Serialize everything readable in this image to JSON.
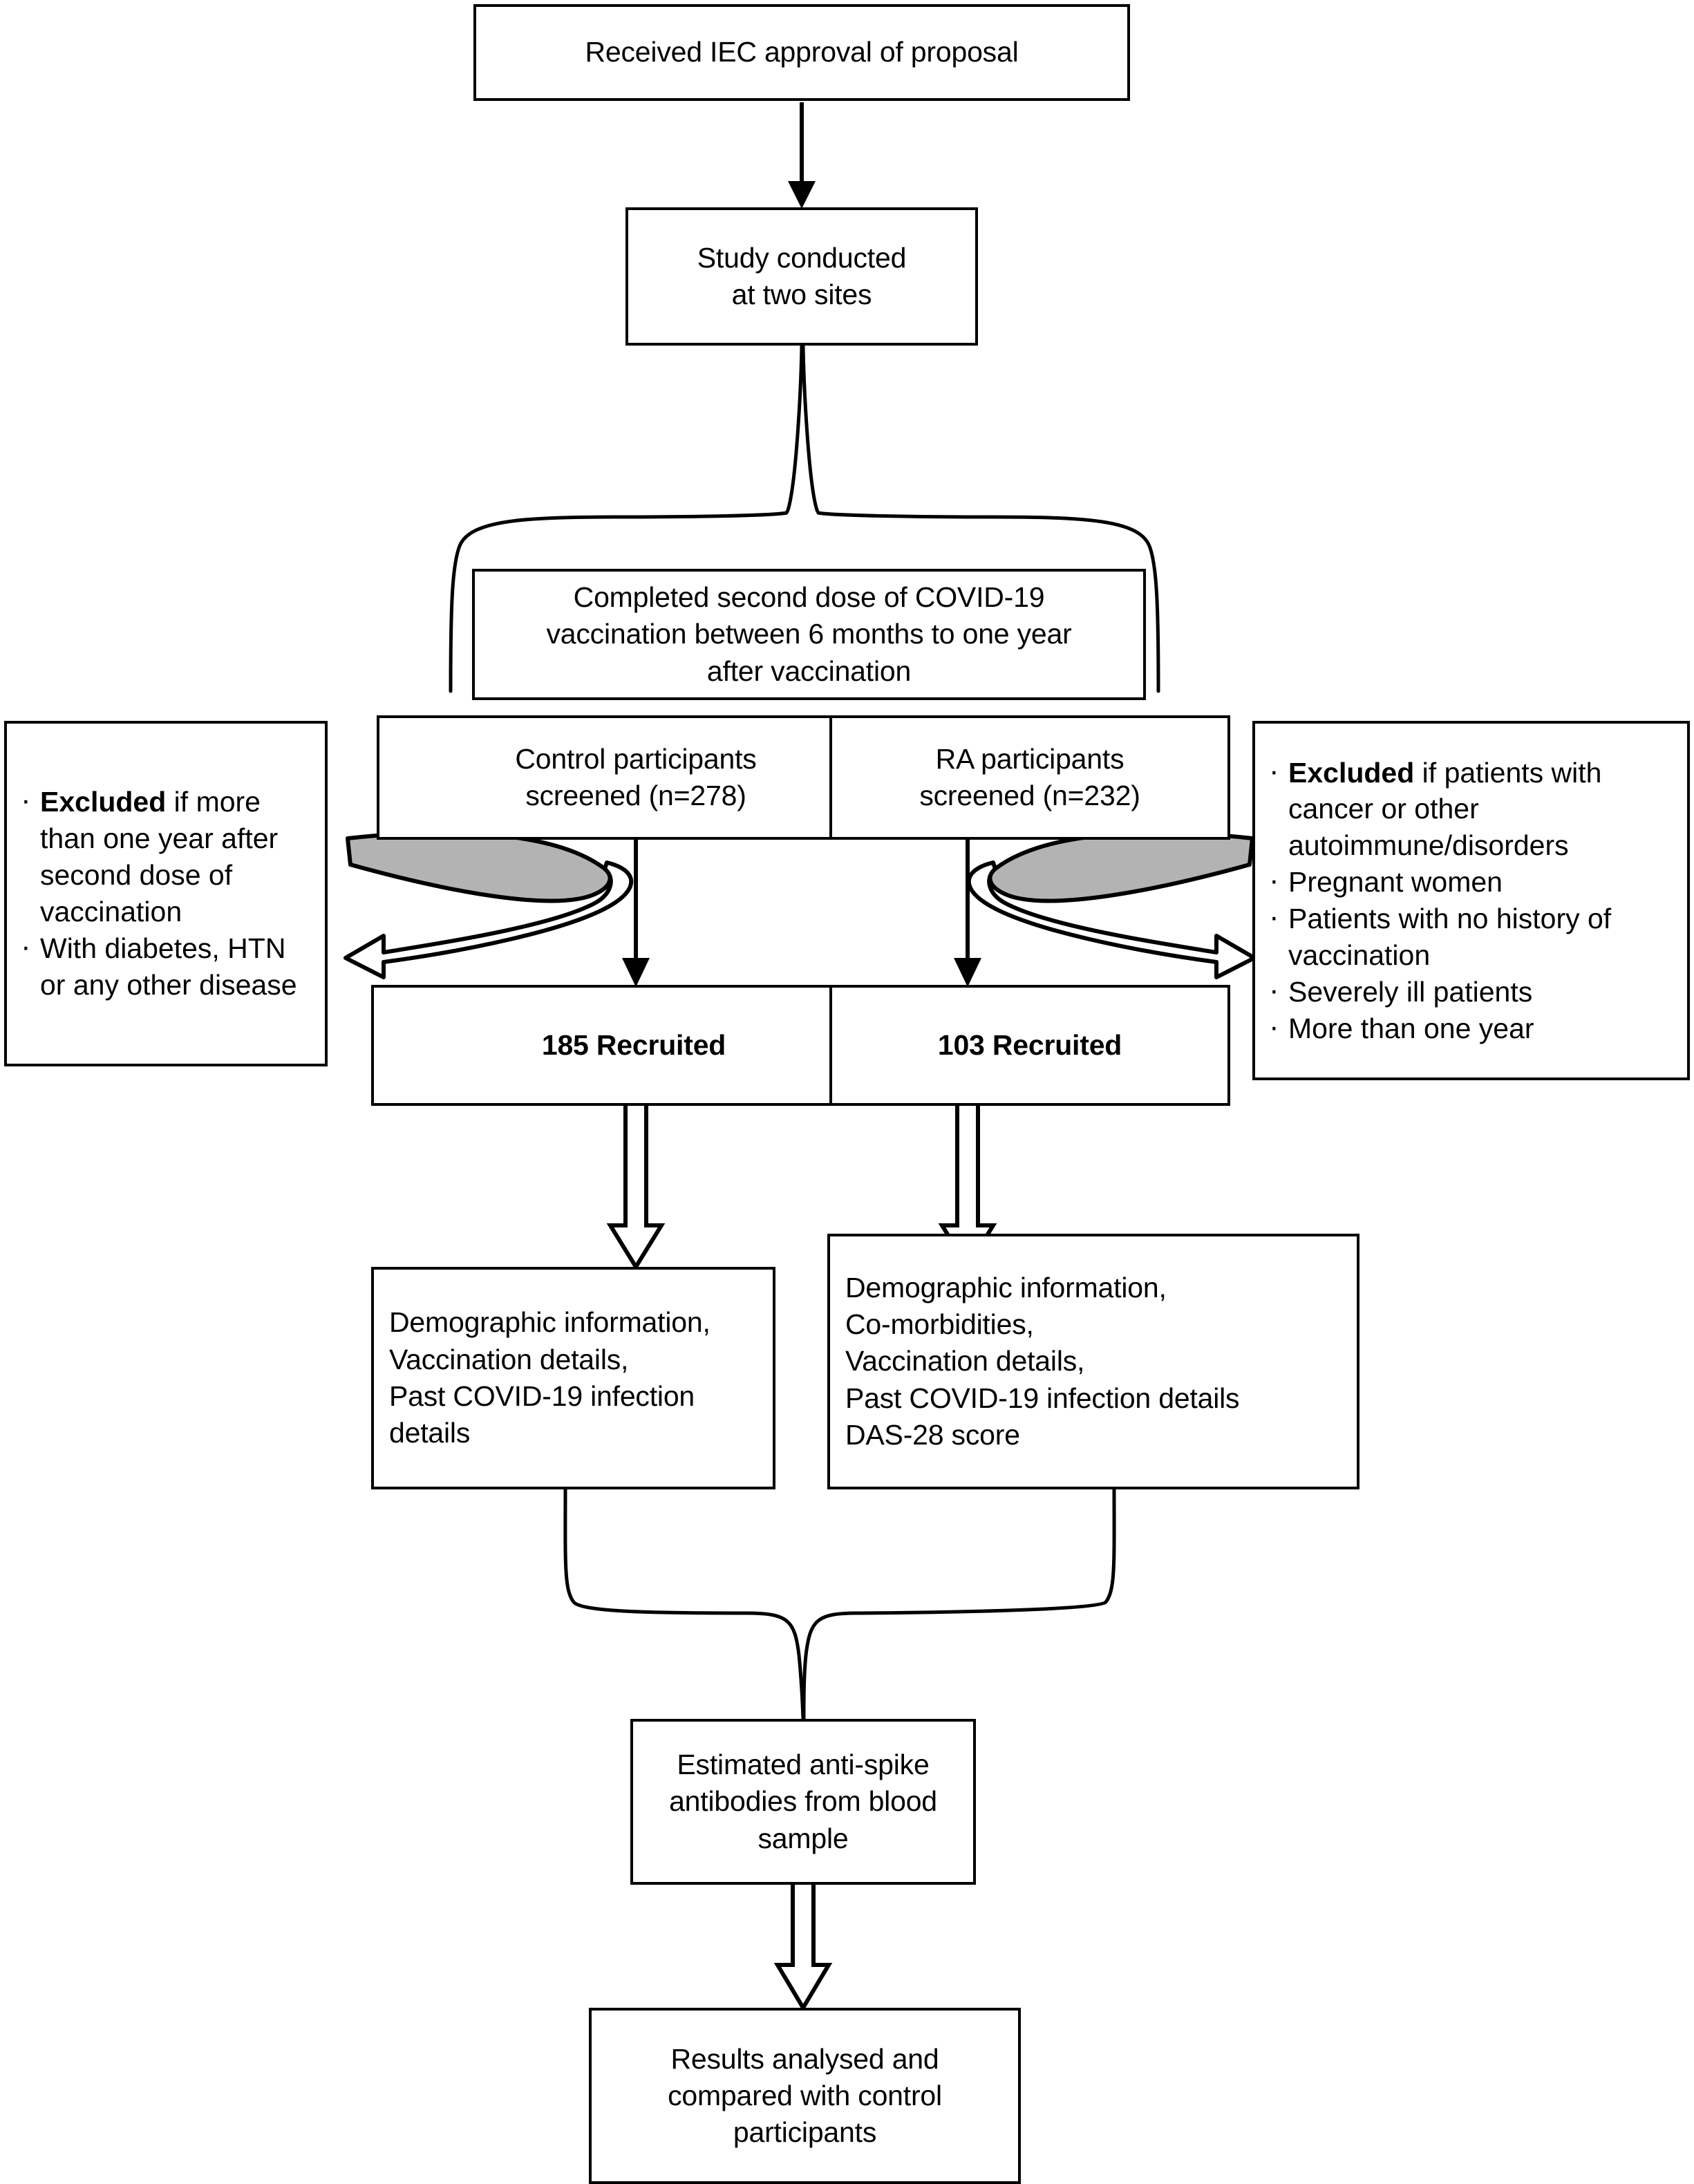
{
  "diagram": {
    "title": "Study participant flow diagram",
    "colors": {
      "line": "#000000",
      "box_fill": "#ffffff",
      "arrow_shade": "#b3b3b3",
      "text": "#000000"
    }
  },
  "nodes": {
    "iec_approval": {
      "text": "Received IEC approval of proposal"
    },
    "study_sites": {
      "text": "Study conducted\nat two sites"
    },
    "completed_second_dose": {
      "text": "Completed second dose of COVID-19\nvaccination between 6 months to one year\nafter vaccination"
    },
    "control_screened": {
      "text": "Control participants\nscreened (n=278)"
    },
    "ra_screened": {
      "text": "RA participants\nscreened (n=232)"
    },
    "control_recruited": {
      "text": "185 Recruited"
    },
    "ra_recruited": {
      "text": "103 Recruited"
    },
    "control_data": {
      "text": "Demographic information,\nVaccination details,\nPast COVID-19 infection\ndetails"
    },
    "ra_data": {
      "text": "Demographic information,\nCo-morbidities,\nVaccination details,\nPast COVID-19 infection details\nDAS-28 score"
    },
    "antibodies": {
      "text": "Estimated anti-spike\nantibodies from blood\nsample"
    },
    "results": {
      "text": "Results analysed and\ncompared with control\nparticipants"
    }
  },
  "exclusions": {
    "control": {
      "items": [
        {
          "lead": "Excluded",
          "rest": " if more than one year after second dose of vaccination"
        },
        {
          "lead": "",
          "rest": "With diabetes, HTN or any other disease"
        }
      ]
    },
    "ra": {
      "items": [
        {
          "lead": "Excluded",
          "rest": " if patients with cancer or other autoimmune/disorders"
        },
        {
          "lead": "",
          "rest": "Pregnant women"
        },
        {
          "lead": "",
          "rest": "Patients with no history of vaccination"
        },
        {
          "lead": "",
          "rest": "Severely ill patients"
        },
        {
          "lead": "",
          "rest": "More than one year"
        }
      ]
    }
  },
  "connectors": {
    "approval_to_sites": {
      "kind": "solid-arrow-down"
    },
    "sites_to_dose": {
      "kind": "brace-split-down"
    },
    "control_screened_to_recruited": {
      "kind": "solid-arrow-down"
    },
    "ra_screened_to_recruited": {
      "kind": "solid-arrow-down"
    },
    "control_exclusion": {
      "kind": "curved-uturn-arrow-left"
    },
    "ra_exclusion": {
      "kind": "curved-uturn-arrow-right"
    },
    "control_recruited_to_data": {
      "kind": "open-outline-arrow-down"
    },
    "ra_recruited_to_data": {
      "kind": "open-outline-arrow-down"
    },
    "data_to_antibodies": {
      "kind": "brace-merge-down"
    },
    "antibodies_to_results": {
      "kind": "open-outline-arrow-down"
    }
  }
}
